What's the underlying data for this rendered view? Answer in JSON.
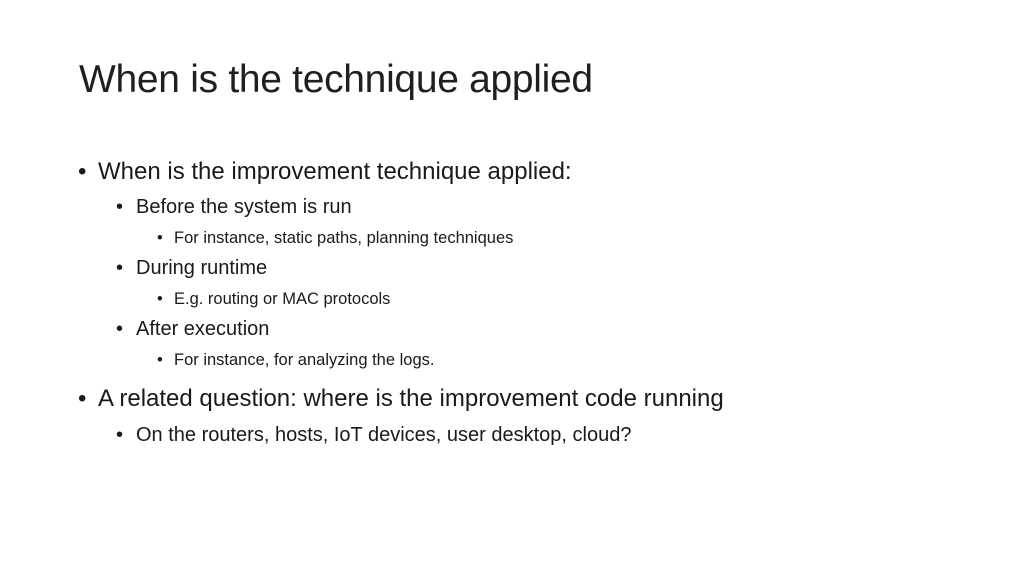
{
  "slide": {
    "title": "When is the technique applied",
    "bullet_glyph": "•",
    "items": [
      {
        "level": 1,
        "text": "When is the improvement technique applied:"
      },
      {
        "level": 2,
        "text": "Before the system is run"
      },
      {
        "level": 3,
        "text": "For instance, static paths, planning techniques"
      },
      {
        "level": 2,
        "text": "During runtime"
      },
      {
        "level": 3,
        "text": "E.g. routing or MAC protocols"
      },
      {
        "level": 2,
        "text": "After execution"
      },
      {
        "level": 3,
        "text": "For instance, for analyzing the logs."
      },
      {
        "level": 1,
        "text": "A related question: where is the improvement code running"
      },
      {
        "level": 2,
        "text": "On the routers, hosts, IoT devices, user desktop, cloud?"
      }
    ]
  }
}
